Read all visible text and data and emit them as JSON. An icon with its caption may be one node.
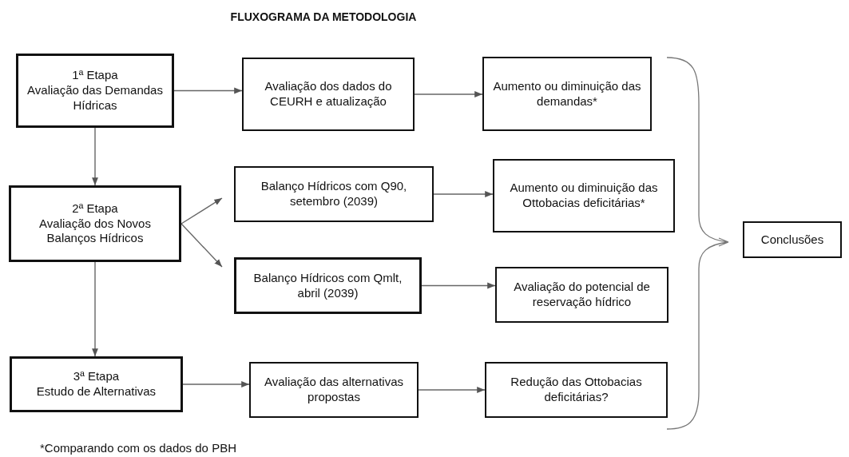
{
  "diagram": {
    "title": "FLUXOGRAMA DA METODOLOGIA",
    "nodes": [
      {
        "text": [
          "1ª Etapa",
          "Avaliação das Demandas Hídricas"
        ]
      },
      {
        "text": [
          "Avaliação dos dados do CEURH e atualização"
        ]
      },
      {
        "text": [
          "Aumento ou diminuição das demandas*"
        ]
      },
      {
        "text": [
          "2ª Etapa",
          "Avaliação dos Novos Balanços Hídricos"
        ]
      },
      {
        "text": [
          "Balanço Hídricos com Q90, setembro (2039)"
        ]
      },
      {
        "text": [
          "Aumento ou diminuição das Ottobacias deficitárias*"
        ]
      },
      {
        "text": [
          "Balanço Hídricos com Qmlt, abril (2039)"
        ]
      },
      {
        "text": [
          "Avaliação do potencial de reservação hídrico"
        ]
      },
      {
        "text": [
          "3ª Etapa",
          "Estudo de Alternativas"
        ]
      },
      {
        "text": [
          "Avaliação das alternativas propostas"
        ]
      },
      {
        "text": [
          "Redução das Ottobacias deficitárias?"
        ]
      },
      {
        "text": [
          "Conclusões"
        ]
      }
    ],
    "edges": [
      {
        "from": 0,
        "to": 1,
        "arrow": "to"
      },
      {
        "from": 1,
        "to": 2,
        "arrow": "to"
      },
      {
        "from": 0,
        "to": 3,
        "arrow": "to"
      },
      {
        "from": 3,
        "to": 4,
        "arrow": "to"
      },
      {
        "from": 3,
        "to": 6,
        "arrow": "to"
      },
      {
        "from": 4,
        "to": 5,
        "arrow": "to"
      },
      {
        "from": 6,
        "to": 7,
        "arrow": "to"
      },
      {
        "from": 3,
        "to": 8,
        "arrow": "to"
      },
      {
        "from": 8,
        "to": 9,
        "arrow": "to"
      },
      {
        "from": 9,
        "to": 10,
        "arrow": "to"
      }
    ],
    "labels": [
      "*Comparando com os dados do PBH"
    ]
  }
}
